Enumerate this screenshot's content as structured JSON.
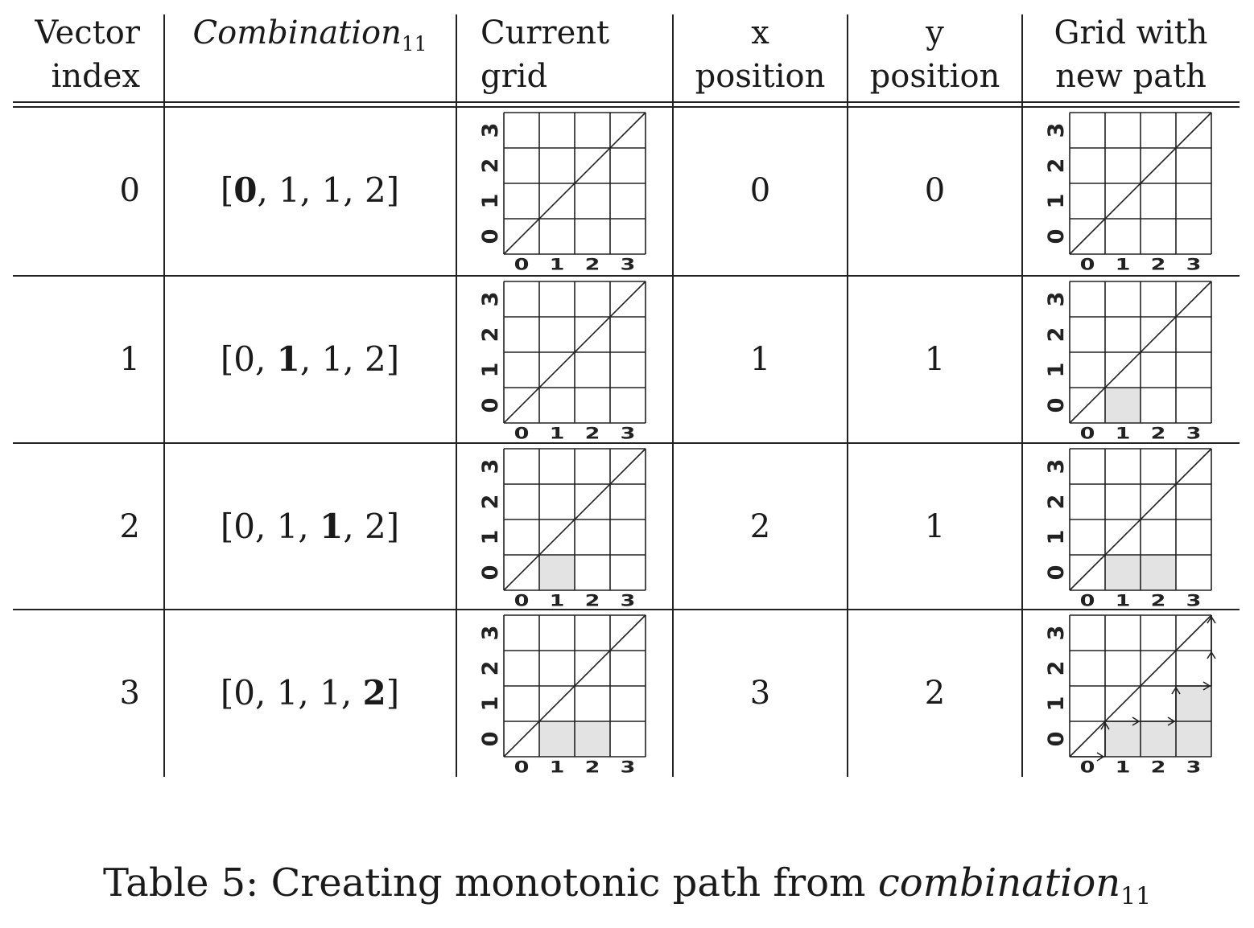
{
  "table": {
    "headers": {
      "vector_index": [
        "Vector",
        "index"
      ],
      "combination": "Combination",
      "combination_sub": "11",
      "current_grid": [
        "Current",
        "grid"
      ],
      "x_position": [
        "x",
        "position"
      ],
      "y_position": [
        "y",
        "position"
      ],
      "grid_with_new_path": [
        "Grid with",
        "new path"
      ]
    },
    "axis_ticks": [
      "0",
      "1",
      "2",
      "3"
    ],
    "rows": [
      {
        "vector_index": "0",
        "combination": [
          "0",
          "1",
          "1",
          "2"
        ],
        "bold_index": 0,
        "x_position": "0",
        "y_position": "0",
        "current_shaded": [],
        "new_shaded": [],
        "arrows": false
      },
      {
        "vector_index": "1",
        "combination": [
          "0",
          "1",
          "1",
          "2"
        ],
        "bold_index": 1,
        "x_position": "1",
        "y_position": "1",
        "current_shaded": [],
        "new_shaded": [
          [
            1,
            0
          ]
        ],
        "arrows": false
      },
      {
        "vector_index": "2",
        "combination": [
          "0",
          "1",
          "1",
          "2"
        ],
        "bold_index": 2,
        "x_position": "2",
        "y_position": "1",
        "current_shaded": [
          [
            1,
            0
          ]
        ],
        "new_shaded": [
          [
            1,
            0
          ],
          [
            2,
            0
          ]
        ],
        "arrows": false
      },
      {
        "vector_index": "3",
        "combination": [
          "0",
          "1",
          "1",
          "2"
        ],
        "bold_index": 3,
        "x_position": "3",
        "y_position": "2",
        "current_shaded": [
          [
            1,
            0
          ],
          [
            2,
            0
          ]
        ],
        "new_shaded": [
          [
            1,
            0
          ],
          [
            2,
            0
          ],
          [
            3,
            0
          ],
          [
            3,
            1
          ]
        ],
        "arrows": true
      }
    ]
  },
  "caption": {
    "prefix": "Table 5: Creating monotonic path from ",
    "italic": "combination",
    "sub": "11"
  },
  "colors": {
    "shade": "#e3e3e3",
    "line": "#222222"
  }
}
